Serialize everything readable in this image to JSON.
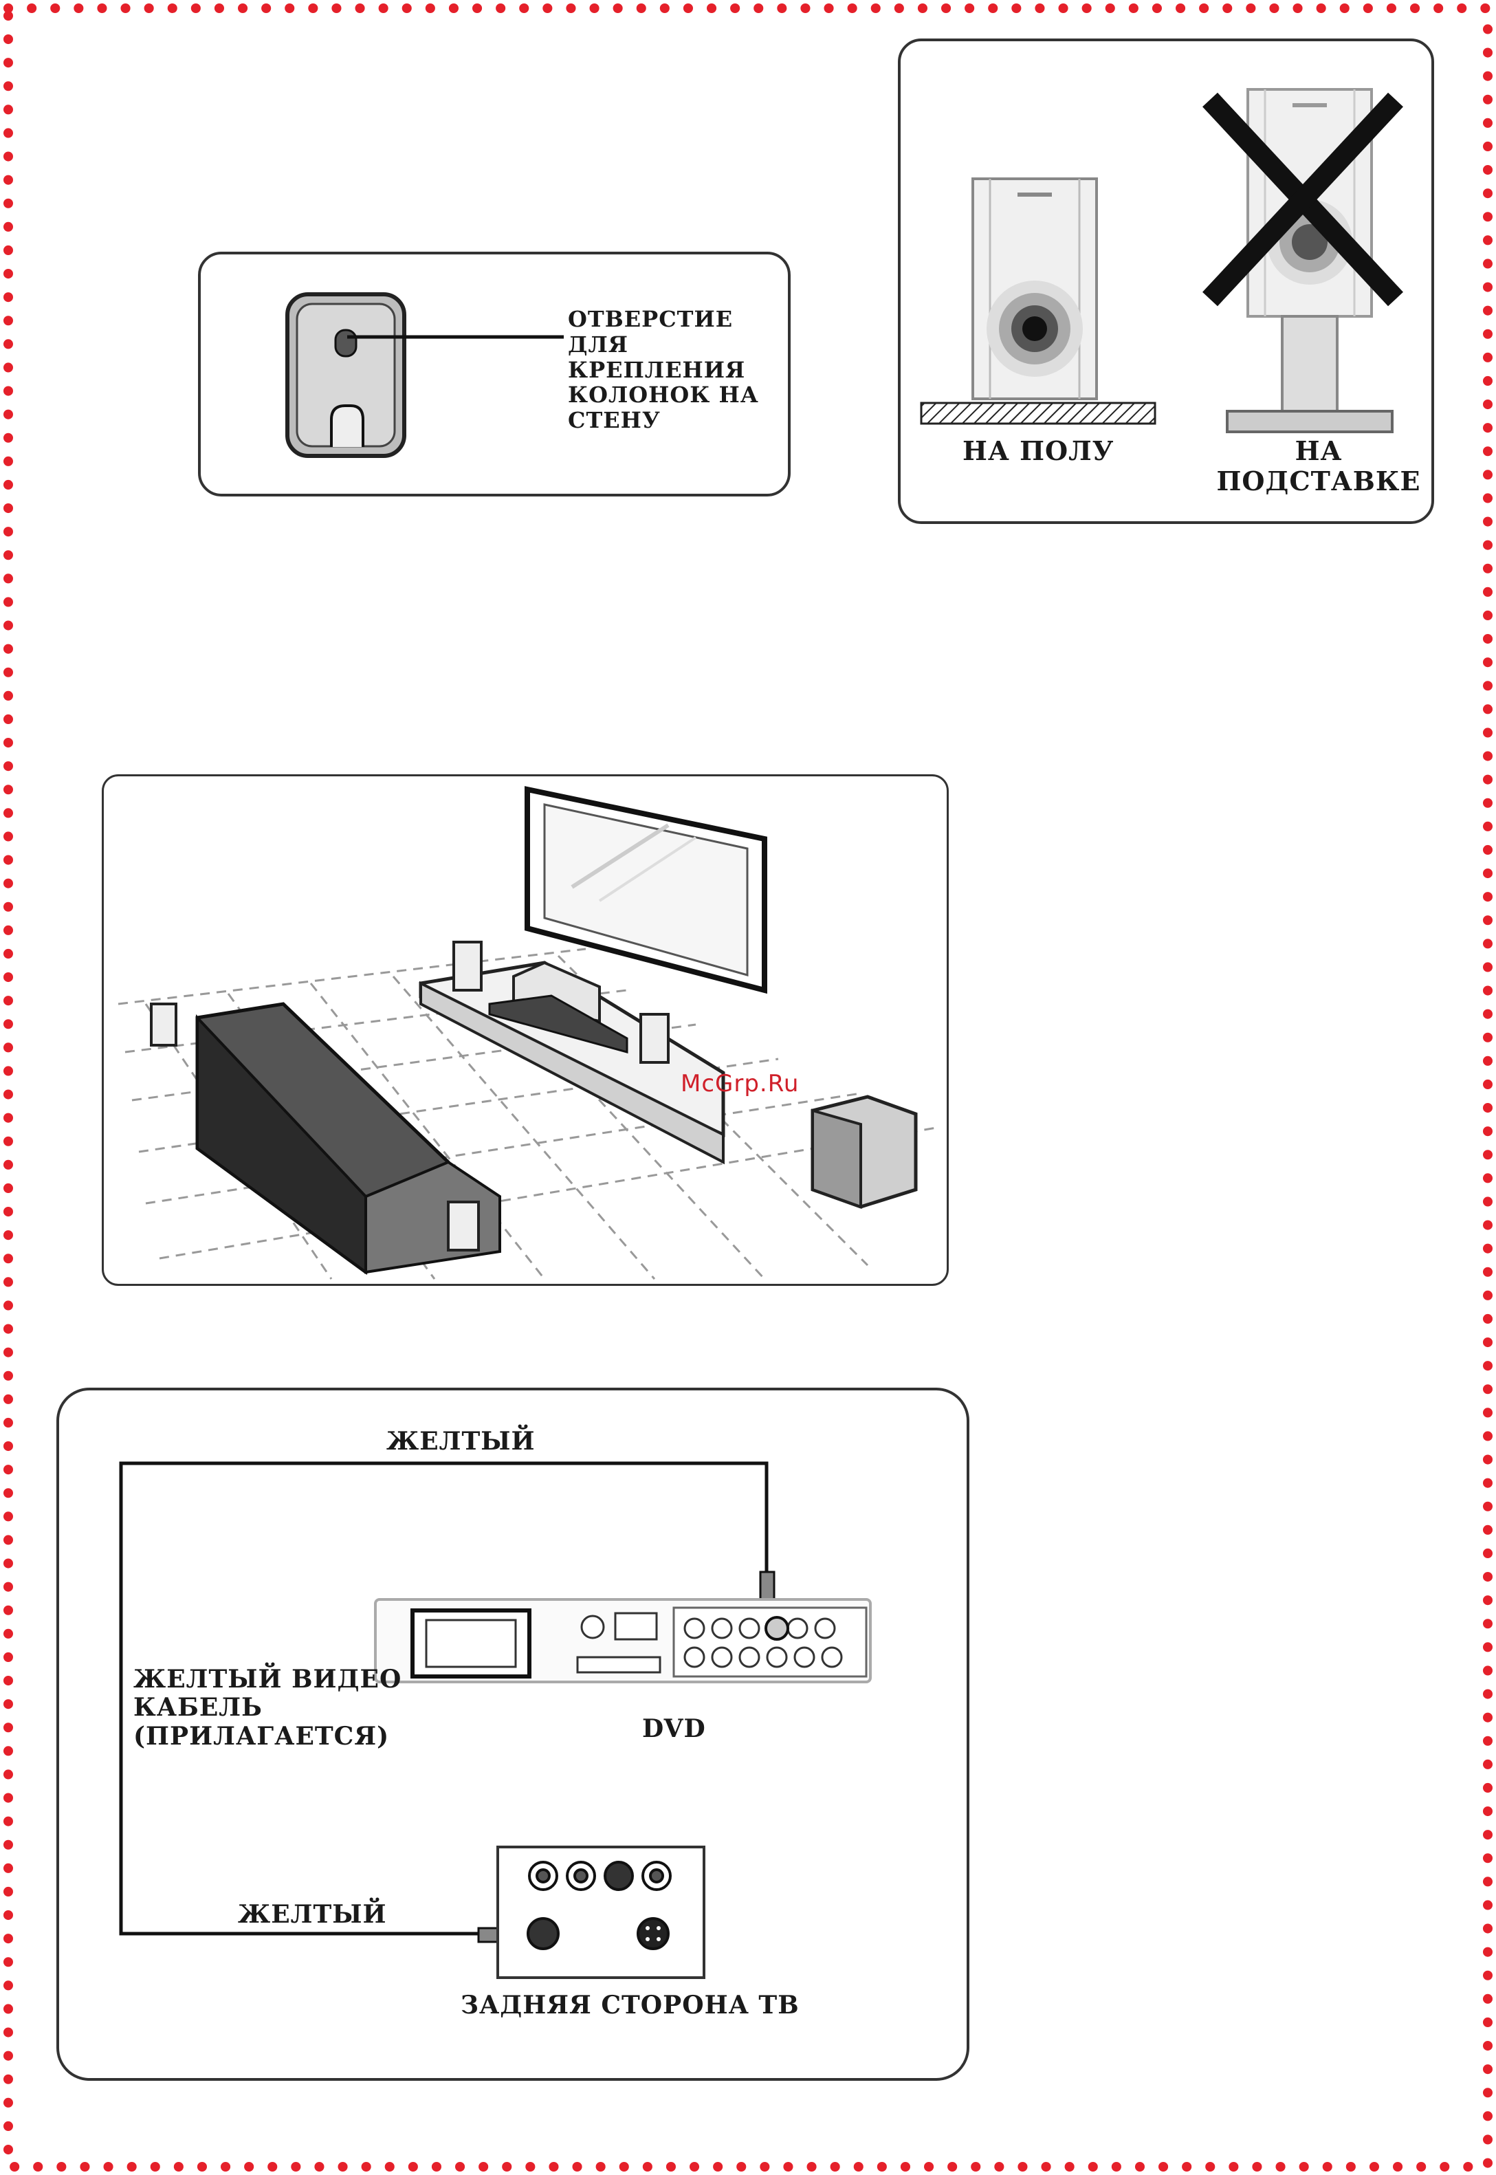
{
  "wall_mount": {
    "label_lines": [
      "ОТВЕРСТИЕ",
      "ДЛЯ",
      "КРЕПЛЕНИЯ",
      "КОЛОНОК НА",
      "СТЕНУ"
    ]
  },
  "placement": {
    "floor_label": "НА ПОЛУ",
    "stand_label_lines": [
      "НА",
      "ПОДСТАВКЕ"
    ]
  },
  "room": {
    "watermark": "McGrp.Ru"
  },
  "connection": {
    "top_cable_label": "ЖЕЛТЫЙ",
    "cable_desc_lines": [
      "ЖЕЛТЫЙ ВИДЕО",
      "КАБЕЛЬ",
      "(ПРИЛАГАЕТСЯ)"
    ],
    "dvd_label": "DVD",
    "bottom_cable_label": "ЖЕЛТЫЙ",
    "tv_back_label": "ЗАДНЯЯ СТОРОНА ТВ"
  },
  "colors": {
    "border_dots": "#e5202a",
    "ink": "#1a1a1a",
    "watermark": "#d0202a"
  }
}
